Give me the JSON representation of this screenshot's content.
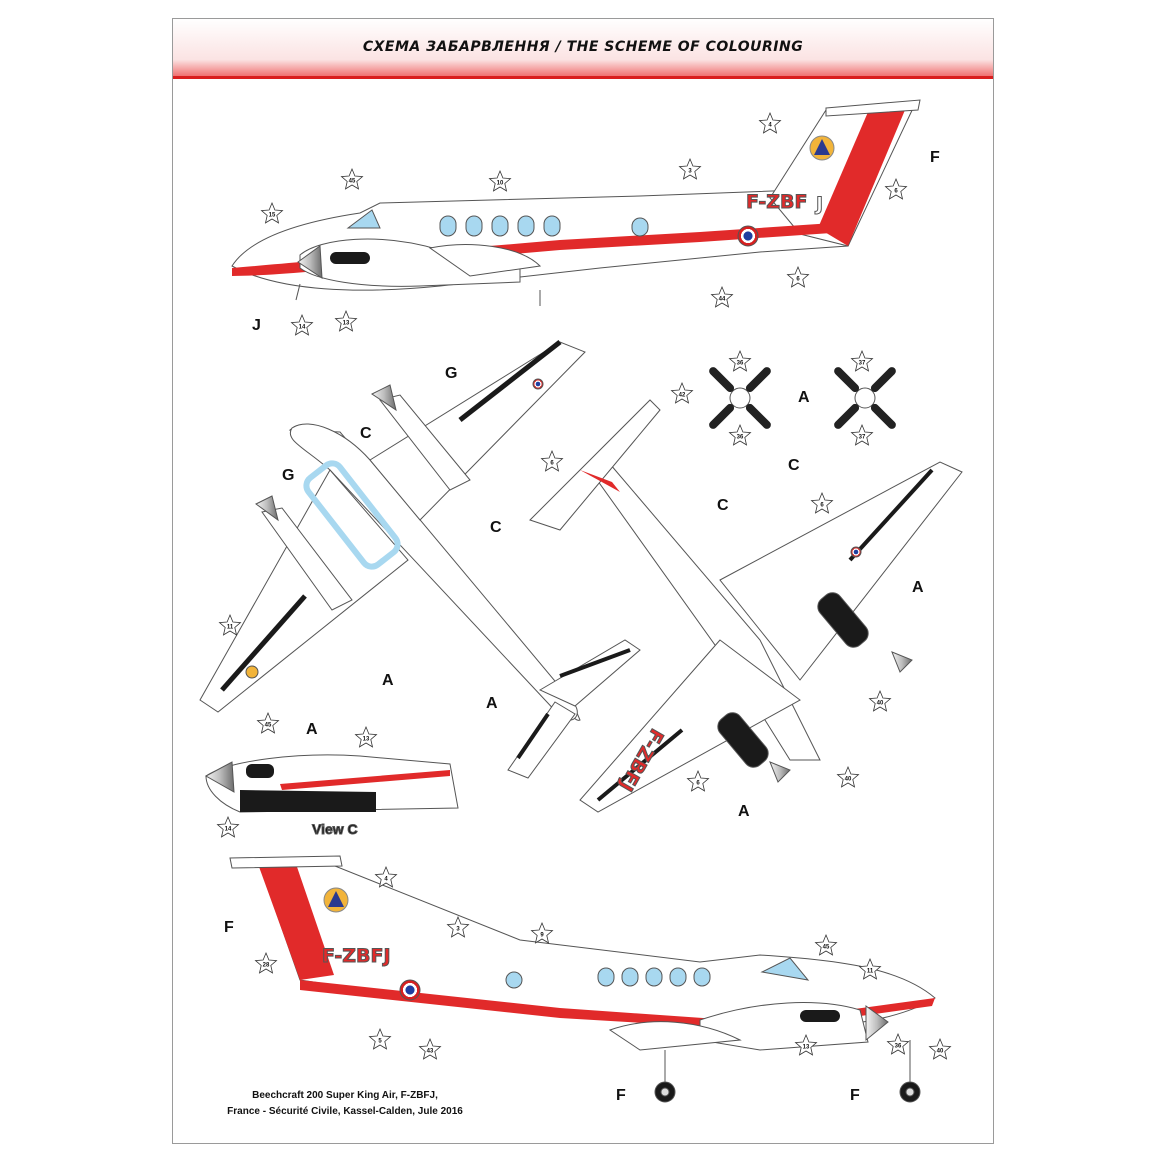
{
  "header": {
    "title": "СХЕМА ЗАБАРВЛЕННЯ / THE SCHEME OF COLOURING"
  },
  "registration": "F-ZBFJ",
  "registration_split": {
    "left": "F-ZBF",
    "right": "J"
  },
  "paint_codes": {
    "F": "F",
    "J": "J",
    "G": "G",
    "A": "A",
    "C": "C"
  },
  "view_label": "View C",
  "arrow_label": "C",
  "caption": {
    "line1": "Beechcraft  200 Super King Air, F-ZBFJ,",
    "line2": "France - Sécurité Civile, Kassel-Calden, Jule 2016"
  },
  "callouts": {
    "top_profile": [
      "4",
      "3",
      "10",
      "45",
      "15",
      "14",
      "13",
      "44",
      "6",
      "6"
    ],
    "upper_planform": [
      "6",
      "11"
    ],
    "lower_planform": [
      "6",
      "40",
      "40",
      "6"
    ],
    "props": [
      "36",
      "36",
      "42",
      "37",
      "37"
    ],
    "view_c": [
      "45",
      "13",
      "14"
    ],
    "bottom_profile": [
      "4",
      "3",
      "9",
      "45",
      "11",
      "28",
      "5",
      "43",
      "13",
      "36",
      "40"
    ]
  },
  "colors": {
    "red": "#e12a2a",
    "blue": "#a8d8f0",
    "black": "#1a1a1a",
    "line": "#555555"
  }
}
